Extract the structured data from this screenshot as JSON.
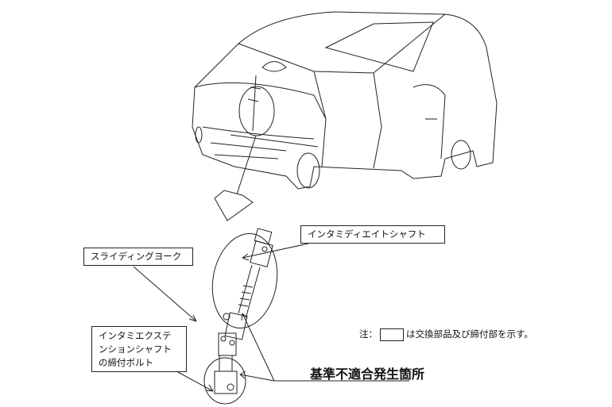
{
  "labels": {
    "intermediate_shaft": "インタミディエイトシャフト",
    "sliding_yoke": "スライディングヨーク",
    "extension_bolt_line1": "インタミエクステ",
    "extension_bolt_line2": "ンションシャフト",
    "extension_bolt_line3": "の締付ボルト"
  },
  "note": {
    "prefix": "注：",
    "suffix": "は交換部品及び締付部を示す。"
  },
  "defect_location": "基準不適合発生箇所"
}
